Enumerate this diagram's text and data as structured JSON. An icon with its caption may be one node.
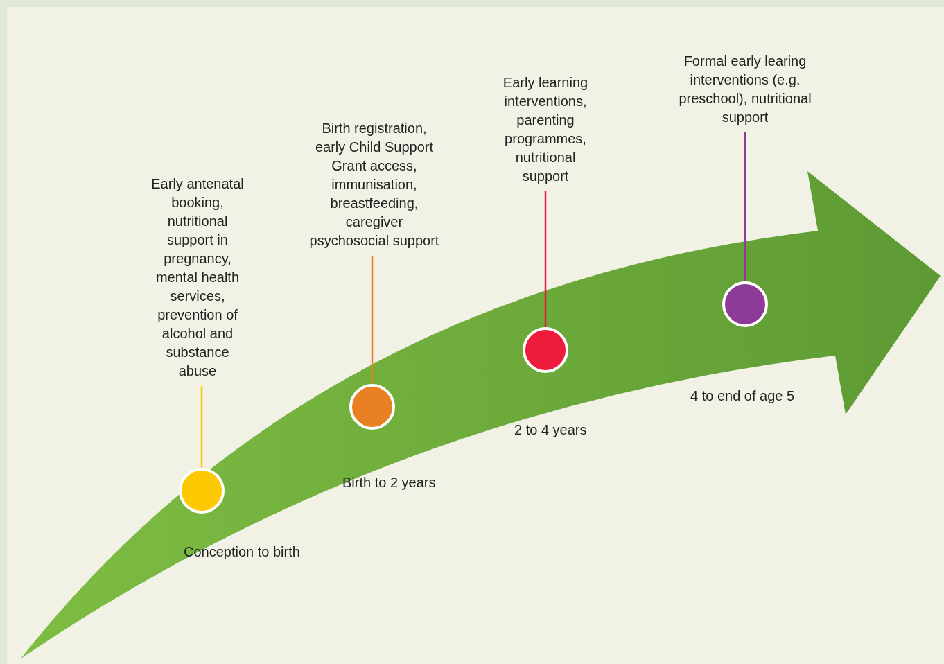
{
  "diagram": {
    "nodes": [
      {
        "text": [
          "Early antenatal booking, nutritional support in pregnancy, mental health services, prevention of alcohol and substance abuse"
        ]
      },
      {
        "text": [],
        "shape": "circle"
      },
      {
        "text": [
          "Birth registration, early Child Support Grant access, immunisation, breastfeeding, caregiver psychosocial support"
        ]
      },
      {
        "text": [],
        "shape": "circle"
      },
      {
        "text": [
          "Early learning interventions, parenting programmes, nutritional support"
        ]
      },
      {
        "text": [],
        "shape": "circle"
      },
      {
        "text": [
          "Formal early learing interventions (e.g. preschool), nutritional support"
        ]
      },
      {
        "text": [],
        "shape": "circle"
      }
    ],
    "labels": [
      "Conception to birth",
      "Birth to 2 years",
      "2 to 4 years",
      "4 to end of age 5"
    ],
    "edges": [
      {
        "from": 0,
        "to": 1,
        "arrow": "none",
        "color": "#fdc903"
      },
      {
        "from": 2,
        "to": 3,
        "arrow": "none",
        "color": "#e98024"
      },
      {
        "from": 4,
        "to": 5,
        "arrow": "none",
        "color": "#e31e40"
      },
      {
        "from": 6,
        "to": 7,
        "arrow": "none",
        "color": "#8e3b97"
      }
    ]
  }
}
